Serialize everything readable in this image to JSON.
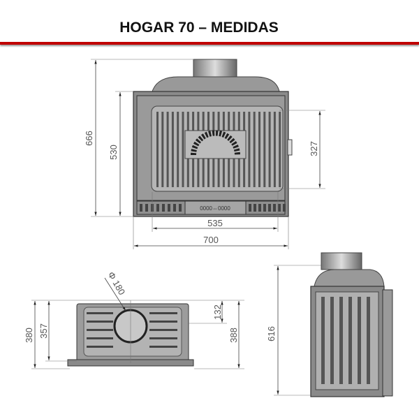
{
  "title": "HOGAR 70 – MEDIDAS",
  "accent_color": "#c00000",
  "front_view": {
    "dims": {
      "total_height": "666",
      "body_height": "530",
      "glass_height": "327",
      "glass_width": "535",
      "total_width": "700"
    },
    "control_label": "0000⇔0000"
  },
  "top_view": {
    "dims": {
      "flue_diameter": "Φ 180",
      "depth_total": "380",
      "depth_body": "357",
      "flue_offset": "132",
      "depth_frame": "388"
    }
  },
  "side_view": {
    "dims": {
      "height": "616"
    }
  }
}
